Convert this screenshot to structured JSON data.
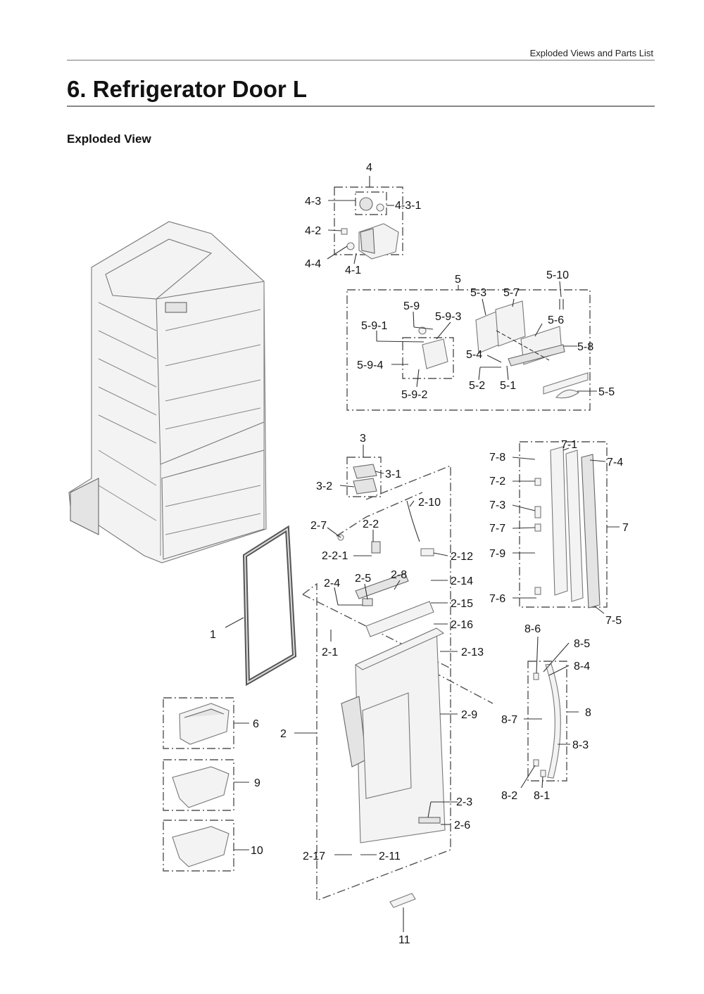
{
  "header": {
    "section_title": "Exploded Views and Parts List"
  },
  "page": {
    "title": "6.  Refrigerator Door L",
    "subtitle": "Exploded View"
  },
  "callouts": {
    "c4": "4",
    "c4_3": "4-3",
    "c4_3_1": "4-3-1",
    "c4_2": "4-2",
    "c4_4": "4-4",
    "c4_1": "4-1",
    "c5": "5",
    "c5_10": "5-10",
    "c5_3": "5-3",
    "c5_7": "5-7",
    "c5_9": "5-9",
    "c5_9_3": "5-9-3",
    "c5_9_1": "5-9-1",
    "c5_6": "5-6",
    "c5_8": "5-8",
    "c5_4": "5-4",
    "c5_9_4": "5-9-4",
    "c5_2": "5-2",
    "c5_1": "5-1",
    "c5_9_2": "5-9-2",
    "c5_5": "5-5",
    "c3": "3",
    "c3_1": "3-1",
    "c3_2": "3-2",
    "c7_1": "7-1",
    "c7_8": "7-8",
    "c7_4": "7-4",
    "c7_2": "7-2",
    "c7_3": "7-3",
    "c7": "7",
    "c7_7": "7-7",
    "c7_9": "7-9",
    "c7_6": "7-6",
    "c7_5": "7-5",
    "c2_10": "2-10",
    "c2_7": "2-7",
    "c2_2": "2-2",
    "c2_2_1": "2-2-1",
    "c2_12": "2-12",
    "c2_4": "2-4",
    "c2_5": "2-5",
    "c2_8": "2-8",
    "c2_14": "2-14",
    "c2_15": "2-15",
    "c2_16": "2-16",
    "c2_1": "2-1",
    "c2_13": "2-13",
    "c2_9": "2-9",
    "c2": "2",
    "c2_3": "2-3",
    "c2_6": "2-6",
    "c2_17": "2-17",
    "c2_11": "2-11",
    "c1": "1",
    "c6": "6",
    "c9": "9",
    "c10": "10",
    "c11": "11",
    "c8_6": "8-6",
    "c8_5": "8-5",
    "c8_4": "8-4",
    "c8": "8",
    "c8_7": "8-7",
    "c8_3": "8-3",
    "c8_2": "8-2",
    "c8_1": "8-1"
  }
}
